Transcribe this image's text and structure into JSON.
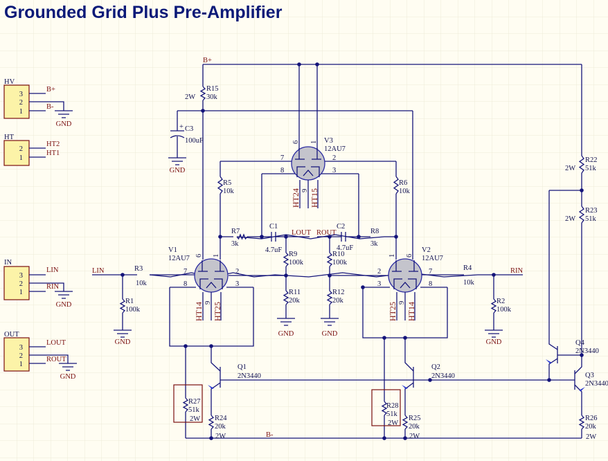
{
  "title": "Grounded Grid Plus Pre-Amplifier",
  "nets": {
    "bplus": "B+",
    "bminus": "B-",
    "lin": "LIN",
    "rin": "RIN",
    "lout": "LOUT",
    "rout": "ROUT",
    "gnd": "GND"
  },
  "connectors": {
    "hv": {
      "name": "HV",
      "pins": [
        "3",
        "2",
        "1"
      ],
      "nets": [
        "B+",
        "B-"
      ]
    },
    "ht": {
      "name": "HT",
      "pins": [
        "2",
        "1"
      ],
      "nets": [
        "HT2",
        "HT1"
      ]
    },
    "in": {
      "name": "IN",
      "pins": [
        "3",
        "2",
        "1"
      ],
      "nets": [
        "LIN",
        "RIN"
      ]
    },
    "out": {
      "name": "OUT",
      "pins": [
        "3",
        "2",
        "1"
      ],
      "nets": [
        "LOUT",
        "ROUT"
      ]
    }
  },
  "tubes": {
    "v1": {
      "ref": "V1",
      "type": "12AU7",
      "pins": [
        "6",
        "1",
        "7",
        "2",
        "8",
        "3"
      ],
      "heater": [
        "HT14",
        "9",
        "HT25"
      ]
    },
    "v2": {
      "ref": "V2",
      "type": "12AU7",
      "pins": [
        "1",
        "6",
        "2",
        "7",
        "3",
        "8"
      ],
      "heater": [
        "HT25",
        "9",
        "HT14"
      ]
    },
    "v3": {
      "ref": "V3",
      "type": "12AU7",
      "pins": [
        "6",
        "1",
        "7",
        "2",
        "8",
        "3"
      ],
      "heater": [
        "HT24",
        "9",
        "HT15"
      ]
    }
  },
  "transistors": {
    "q1": {
      "ref": "Q1",
      "type": "2N3440"
    },
    "q2": {
      "ref": "Q2",
      "type": "2N3440"
    },
    "q3": {
      "ref": "Q3",
      "type": "2N3440"
    },
    "q4": {
      "ref": "Q4",
      "type": "2N3440"
    }
  },
  "capacitors": {
    "c1": {
      "ref": "C1",
      "value": "4.7uF"
    },
    "c2": {
      "ref": "C2",
      "value": "4.7uF"
    },
    "c3": {
      "ref": "C3",
      "value": "100uF",
      "polarity": "+"
    }
  },
  "resistors": {
    "r1": {
      "ref": "R1",
      "value": "100k"
    },
    "r2": {
      "ref": "R2",
      "value": "100k"
    },
    "r3": {
      "ref": "R3",
      "value": "10k"
    },
    "r4": {
      "ref": "R4",
      "value": "10k"
    },
    "r5": {
      "ref": "R5",
      "value": "10k"
    },
    "r6": {
      "ref": "R6",
      "value": "10k"
    },
    "r7": {
      "ref": "R7",
      "value": "3k"
    },
    "r8": {
      "ref": "R8",
      "value": "3k"
    },
    "r9": {
      "ref": "R9",
      "value": "100k"
    },
    "r10": {
      "ref": "R10",
      "value": "100k"
    },
    "r11": {
      "ref": "R11",
      "value": "20k"
    },
    "r12": {
      "ref": "R12",
      "value": "20k"
    },
    "r15": {
      "ref": "R15",
      "value": "30k",
      "power": "2W"
    },
    "r22": {
      "ref": "R22",
      "value": "51k",
      "power": "2W"
    },
    "r23": {
      "ref": "R23",
      "value": "51k",
      "power": "2W"
    },
    "r24": {
      "ref": "R24",
      "value": "20k",
      "power": "2W"
    },
    "r25": {
      "ref": "R25",
      "value": "20k",
      "power": "2W"
    },
    "r26": {
      "ref": "R26",
      "value": "20k",
      "power": "2W"
    },
    "r27": {
      "ref": "R27",
      "value": "51k",
      "power": "2W"
    },
    "r28": {
      "ref": "R28",
      "value": "51k",
      "power": "2W"
    }
  },
  "colors": {
    "wire": "#14147a",
    "title": "#0c1a78",
    "net_label": "#7a1010",
    "connector_fill": "#fcf3a8",
    "tube_fill": "#c4c4cc",
    "background": "#fffdf2"
  }
}
